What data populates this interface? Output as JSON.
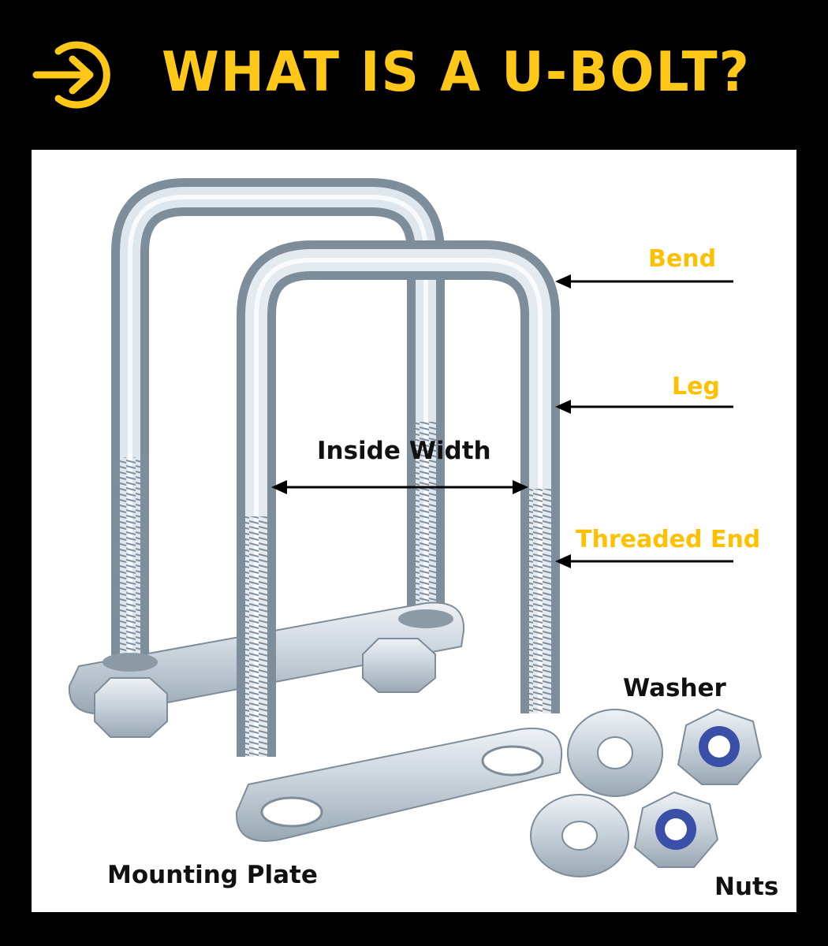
{
  "header": {
    "title": "WHAT IS A U-BOLT?",
    "icon": "arrow-right-circle-icon",
    "accent_color": "#FFC819",
    "background_color": "#000000"
  },
  "labels": {
    "bend": "Bend",
    "leg": "Leg",
    "threaded_end": "Threaded End",
    "inside_width": "Inside Width",
    "washer": "Washer",
    "mounting_plate": "Mounting Plate",
    "nuts": "Nuts"
  },
  "colors": {
    "callout_yellow": "#FFC000",
    "label_black": "#111111",
    "panel": "#FFFFFF"
  }
}
